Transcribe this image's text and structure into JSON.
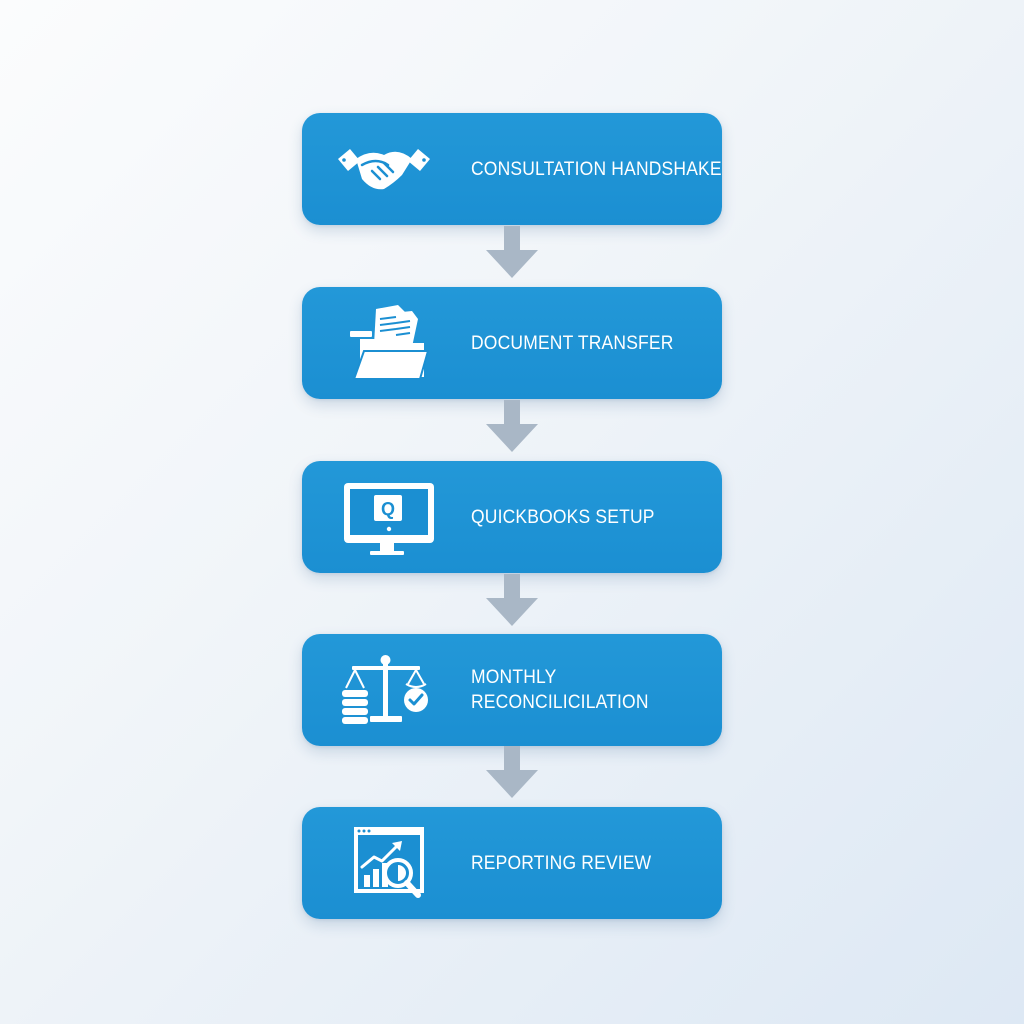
{
  "steps": [
    {
      "label_lines": [
        "CONSULTATION HANDSHAKE"
      ],
      "icon": "handshake-icon"
    },
    {
      "label_lines": [
        "DOCUMENT TRANSFER"
      ],
      "icon": "folder-documents-icon"
    },
    {
      "label_lines": [
        "QUICKBOOKS SETUP"
      ],
      "icon": "computer-monitor-icon"
    },
    {
      "label_lines": [
        "MONTHLY",
        "RECONCILICILATION"
      ],
      "icon": "balance-scale-icon"
    },
    {
      "label_lines": [
        "REPORTING REVIEW"
      ],
      "icon": "report-magnifier-icon"
    }
  ],
  "icon_glyph_text": "Q",
  "colors": {
    "box": "#1b8fd2",
    "arrow": "#a9b7c6",
    "text": "#ffffff"
  }
}
